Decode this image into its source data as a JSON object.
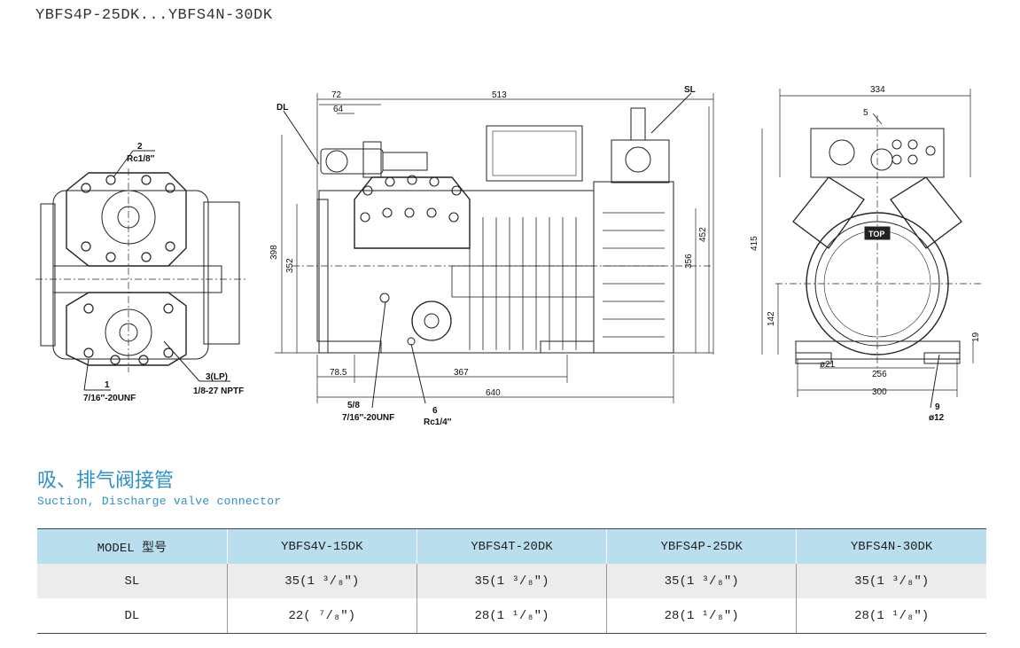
{
  "page": {
    "title": "YBFS4P-25DK...YBFS4N-30DK"
  },
  "drawing": {
    "left_view": {
      "label_2": "2",
      "label_rc18": "Rc1/8″",
      "label_1": "1",
      "label_7_16": "7/16″-20UNF",
      "label_3lp": "3(LP)",
      "label_npt": "1/8-27 NPTF"
    },
    "side_view": {
      "dl": "DL",
      "sl": "SL",
      "d72": "72",
      "d64": "64",
      "d513": "513",
      "d398": "398",
      "d352": "352",
      "d356": "356",
      "d452": "452",
      "d78_5": "78.5",
      "d367": "367",
      "d640": "640",
      "l5_8": "5/8",
      "l7_16": "7/16″-20UNF",
      "l6": "6",
      "lrc14": "Rc1/4″"
    },
    "front_view": {
      "d334": "334",
      "d5": "5",
      "d415": "415",
      "d142": "142",
      "d19": "19",
      "d21": "ø21",
      "d256": "256",
      "d300": "300",
      "l9": "9",
      "l12": "ø12",
      "badge": "TOP"
    }
  },
  "section": {
    "title_cn": "吸、排气阀接管",
    "title_en": "Suction,  Discharge  valve connector"
  },
  "table": {
    "headers": [
      "MODEL 型号",
      "YBFS4V-15DK",
      "YBFS4T-20DK",
      "YBFS4P-25DK",
      "YBFS4N-30DK"
    ],
    "rows": [
      [
        "SL",
        "35(1 ³/₈″)",
        "35(1 ³/₈″)",
        "35(1 ³/₈″)",
        "35(1 ³/₈″)"
      ],
      [
        "DL",
        "22( ⁷/₈″)",
        "28(1 ¹/₈″)",
        "28(1 ¹/₈″)",
        "28(1 ¹/₈″)"
      ]
    ]
  }
}
